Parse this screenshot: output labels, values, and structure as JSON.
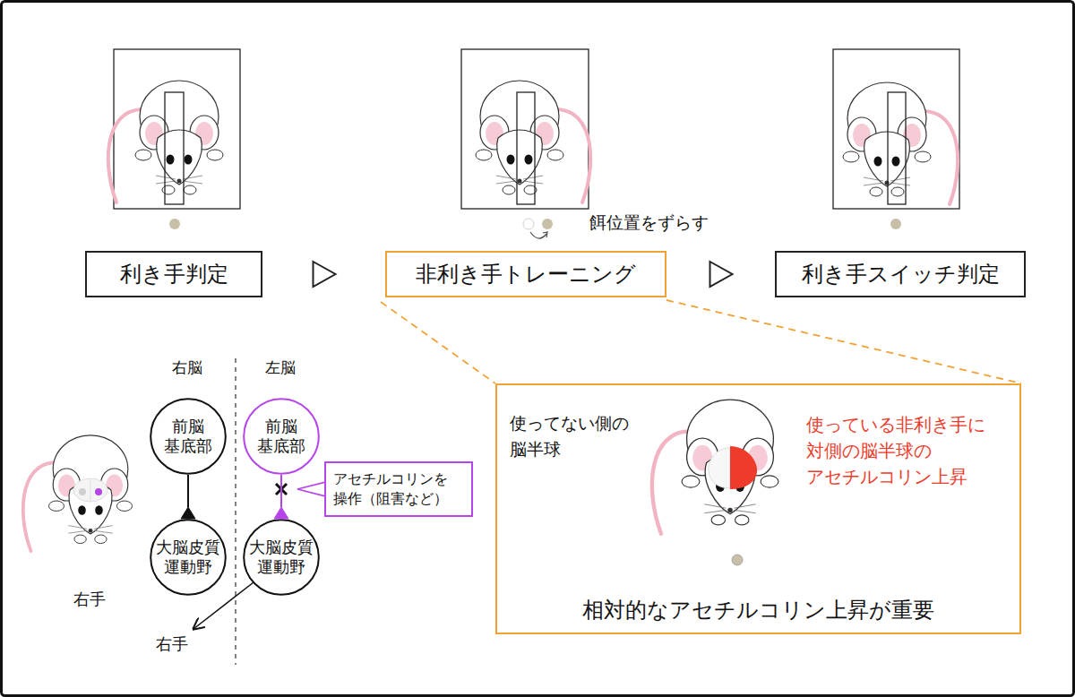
{
  "diagram": {
    "nodes": [
      {
        "text": [
          "利き手判定"
        ]
      },
      {
        "text": [
          "非利き手トレーニング"
        ]
      },
      {
        "text": [
          "利き手スイッチ判定"
        ]
      },
      {
        "text": [
          "前脳 基底部"
        ]
      },
      {
        "text": [
          "前脳 基底部"
        ]
      },
      {
        "text": [
          "アセチルコリンを 操作（阻害など）"
        ]
      },
      {
        "text": [
          "大脳皮質 運動野"
        ]
      },
      {
        "text": [
          "大脳皮質 運動野"
        ]
      },
      {
        "text": [
          "使ってない側の 脳半球",
          "使っている非利き手に 対側の脳半球の アセチルコリン上昇",
          "相対的なアセチルコリン上昇が重要"
        ]
      }
    ],
    "edges": [
      {
        "from": 0,
        "to": 1,
        "arrow": "to"
      },
      {
        "from": 1,
        "to": 2,
        "arrow": "to"
      },
      {
        "from": 3,
        "to": 6,
        "arrow": "to"
      },
      {
        "from": 4,
        "to": 7,
        "arrow": "to"
      },
      {
        "from": 1,
        "to": 8,
        "arrow": "none"
      }
    ],
    "labels": [
      "餌位置をずらす",
      "右脳",
      "左脳",
      "右手",
      "右手"
    ]
  }
}
